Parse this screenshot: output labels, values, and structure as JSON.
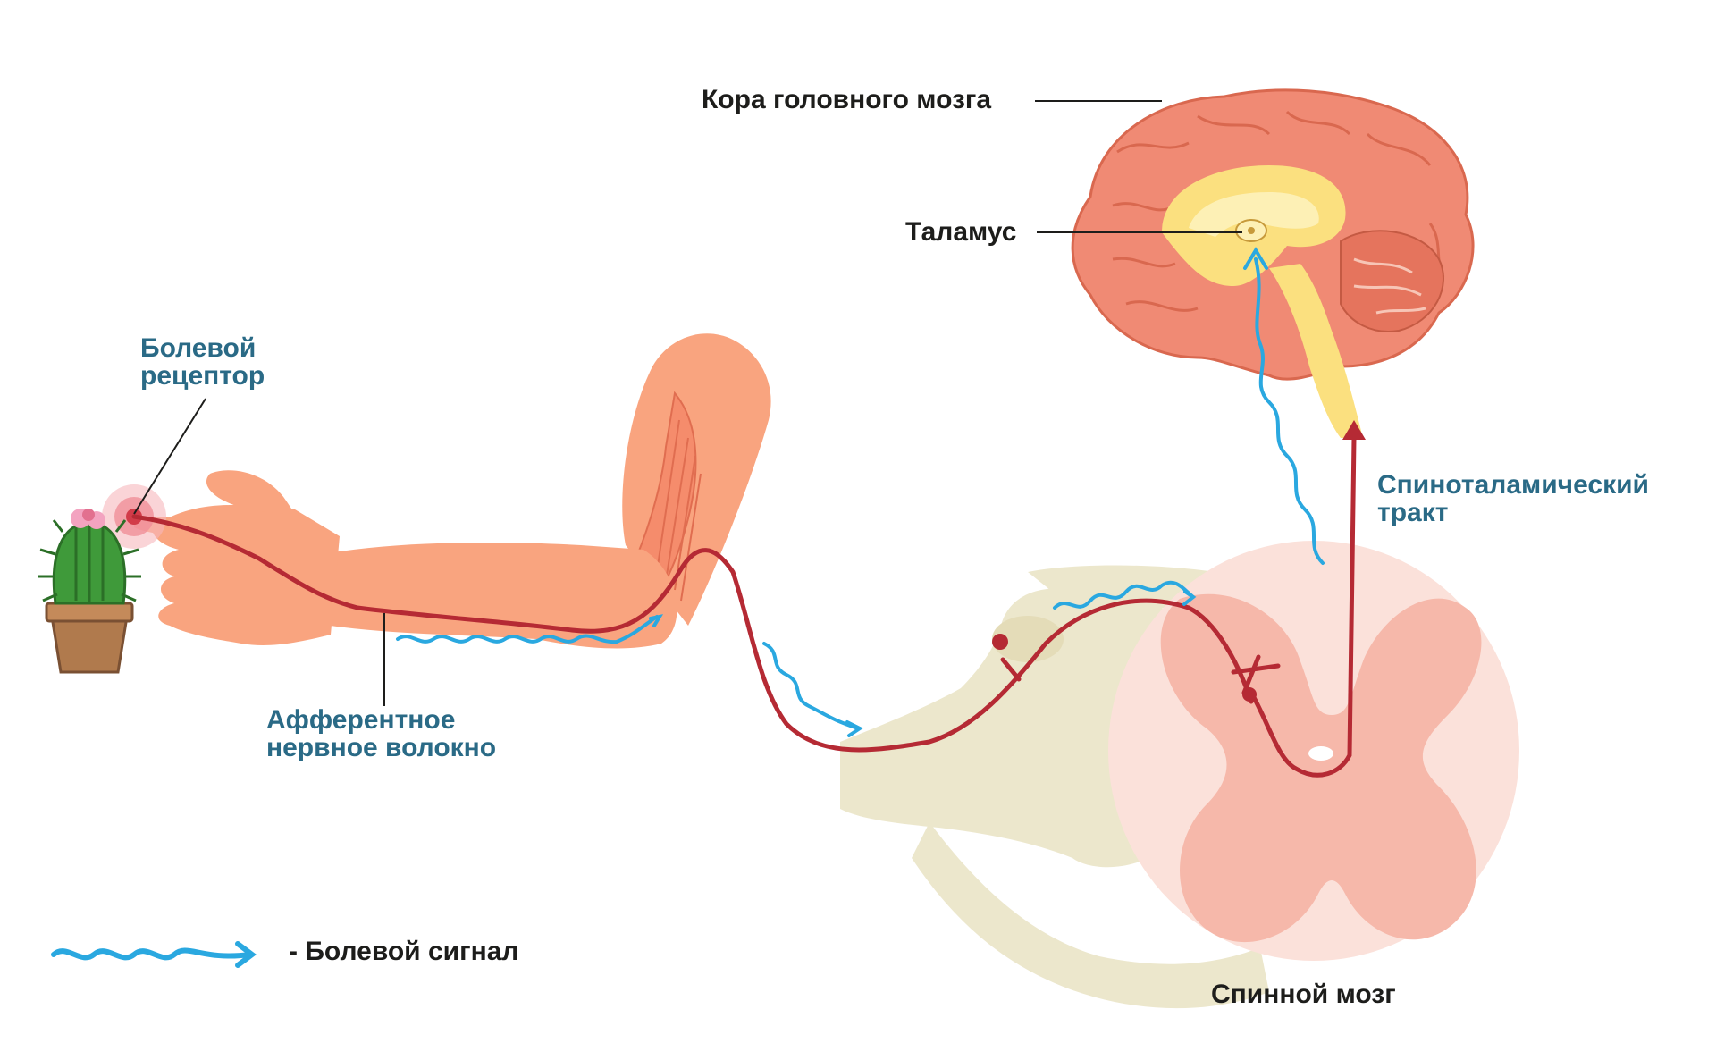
{
  "labels": {
    "cortex": "Кора головного мозга",
    "thalamus": "Таламус",
    "pain_receptor": [
      "Болевой",
      "рецептор"
    ],
    "afferent_fiber": [
      "Афферентное",
      "нервное волокно"
    ],
    "spinothalamic_tract": [
      "Спиноталамический",
      "тракт"
    ],
    "spinal_cord": "Спинной мозг"
  },
  "legend": {
    "pain_signal": "- Болевой сигнал"
  },
  "colors": {
    "nerve": "#b52a34",
    "signal": "#2aa8e0",
    "label_blue": "#2a6a86",
    "label_dark": "#1d1d1b",
    "skin": "#f9a47f",
    "brain": "#f08a74",
    "spinal_grey": "#f6b8aa",
    "ganglion": "#ece7cc",
    "cactus": "#3f9a3a",
    "pot": "#b07a4d"
  },
  "icons": {
    "legend": "wavy-arrow-icon"
  }
}
